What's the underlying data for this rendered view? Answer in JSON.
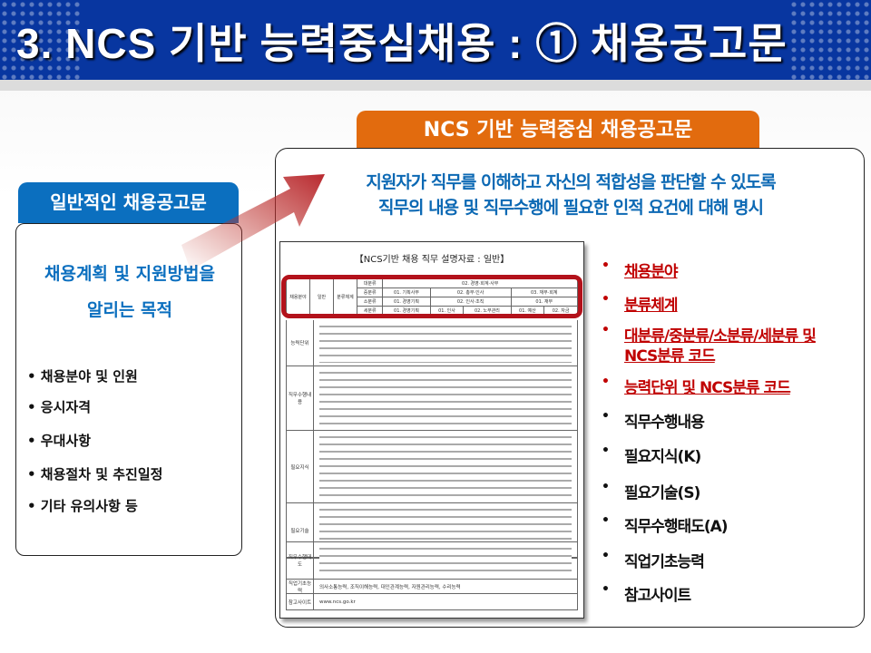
{
  "header": {
    "title": "3. NCS 기반 능력중심채용 : ① 채용공고문"
  },
  "right": {
    "tab_label": "NCS 기반 능력중심 채용공고문",
    "desc_line1": "지원자가 직무를 이해하고 자신의 적합성을 판단할 수 있도록",
    "desc_line2": "직무의 내용 및 직무수행에 필요한 인적 요건에 대해 명시",
    "document": {
      "title": "【NCS기반 채용 직무 설명자료 : 일반】",
      "field_label": "채용분야",
      "field_value": "일반",
      "class_label": "분류체계",
      "classification": {
        "major_label": "대분류",
        "major": "02. 경영·회계·사무",
        "middle_label": "중분류",
        "middle": [
          "01. 기획사무",
          "02. 총무·인사",
          "03. 재무·회계"
        ],
        "minor_label": "소분류",
        "minor": [
          "01. 경영기획",
          "02. 인사·조직",
          "01. 재무"
        ],
        "sub_label": "세분류",
        "sub": [
          "01. 경영기획",
          "01. 인사",
          "02. 노무관리",
          "01. 예산",
          "02. 자금"
        ]
      },
      "rows": [
        "능력단위",
        "직무수행내용",
        "필요지식",
        "필요기술",
        "직무수행태도",
        "직업기초능력",
        "참고사이트"
      ],
      "basic_skills": "의사소통능력, 조직이해능력, 대인관계능력, 자원관리능력, 수리능력",
      "site": "www.ncs.go.kr"
    },
    "bullets": [
      {
        "text": "채용분야",
        "highlight": true
      },
      {
        "text": "분류체계",
        "highlight": true
      },
      {
        "text": "대분류/중분류/소분류/세분류 및",
        "highlight": true
      },
      {
        "text": "NCS분류 코드",
        "highlight": true,
        "continuation": true
      },
      {
        "text": "능력단위 및 NCS분류 코드",
        "highlight": true
      },
      {
        "text": "직무수행내용",
        "highlight": false
      },
      {
        "text": "필요지식(K)",
        "highlight": false
      },
      {
        "text": "필요기술(S)",
        "highlight": false
      },
      {
        "text": "직무수행태도(A)",
        "highlight": false
      },
      {
        "text": "직업기초능력",
        "highlight": false
      },
      {
        "text": "참고사이트",
        "highlight": false
      }
    ]
  },
  "left": {
    "tab_label": "일반적인 채용공고문",
    "purpose_line1": "채용계획 및 지원방법을",
    "purpose_line2": "알리는 목적",
    "items": [
      "• 채용분야 및 인원",
      "• 응시자격",
      "• 우대사항",
      "• 채용절차 및 추진일정",
      "• 기타 유의사항 등"
    ]
  },
  "colors": {
    "header": "#0836a0",
    "orange": "#e26b0e",
    "blue": "#0b6fbf",
    "red": "#c00000"
  }
}
